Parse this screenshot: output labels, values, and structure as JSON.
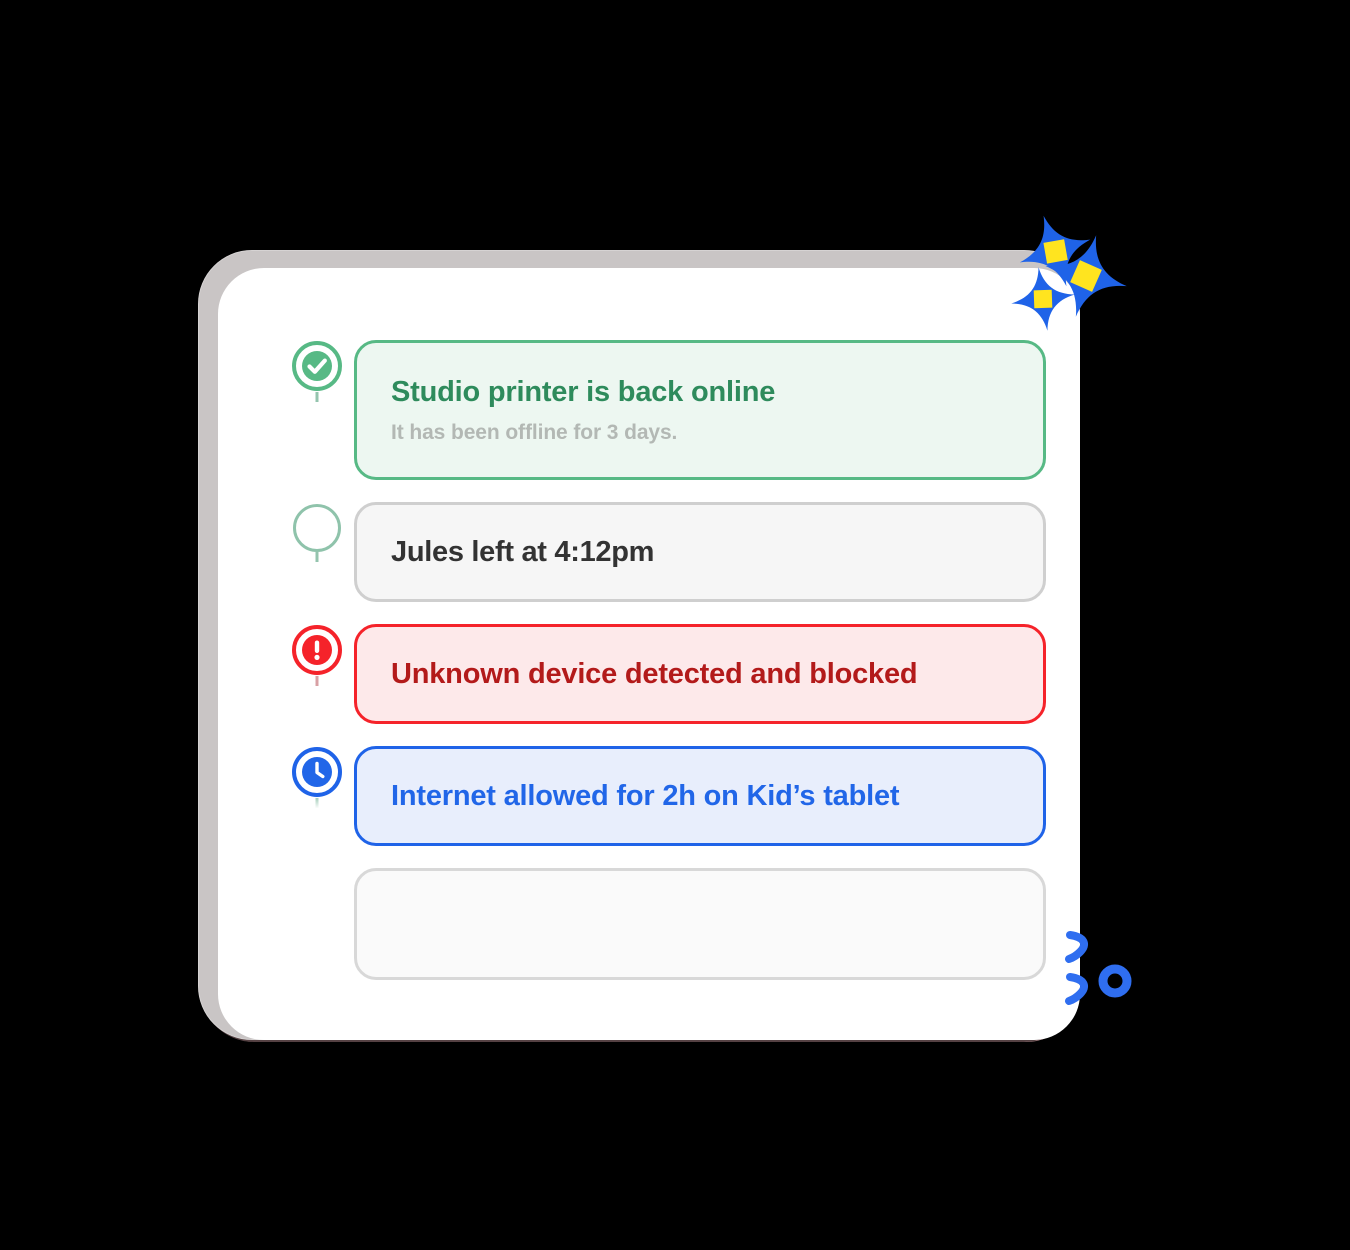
{
  "app": {
    "surface": "activity-timeline-card",
    "background_color": "#000000",
    "panel_color": "#ffffff",
    "panel_shadow_color": "#c9c5c5"
  },
  "timeline": {
    "items": [
      {
        "icon": "check-circle-icon",
        "status": "success",
        "title": "Studio printer is back online",
        "subtitle": "It has been offline for 3 days.",
        "accent_color": "#57b985",
        "background_color": "#edf7f1",
        "text_color": "#2e8b5c",
        "subtitle_color": "#b3b8b4"
      },
      {
        "icon": "empty-circle-icon",
        "status": "neutral",
        "title": "Jules left at 4:12pm",
        "subtitle": "",
        "accent_color": "#cfcfcf",
        "background_color": "#f6f6f6",
        "text_color": "#333333"
      },
      {
        "icon": "alert-circle-icon",
        "status": "alert",
        "title": "Unknown device detected and blocked",
        "subtitle": "",
        "accent_color": "#f5232a",
        "background_color": "#fde9ea",
        "text_color": "#b31a1a"
      },
      {
        "icon": "clock-circle-icon",
        "status": "scheduled",
        "title": "Internet allowed for 2h on Kid’s tablet",
        "subtitle": "",
        "accent_color": "#1f63e8",
        "background_color": "#e8eefc",
        "text_color": "#2166e8"
      },
      {
        "icon": "none",
        "status": "placeholder",
        "title": "",
        "subtitle": "",
        "accent_color": "#d2d2d2",
        "background_color": "#fafafa",
        "text_color": "#fafafa"
      }
    ],
    "connector_colors": {
      "green": "#94c4ae",
      "red": "#d8a0a4"
    }
  },
  "decorations": {
    "sparkles": [
      {
        "name": "sparkle-top-left",
        "blue": "#1f63e8",
        "yellow": "#ffe41f"
      },
      {
        "name": "sparkle-top-right",
        "blue": "#1f63e8",
        "yellow": "#ffe41f"
      },
      {
        "name": "sparkle-bottom",
        "blue": "#1f63e8",
        "yellow": "#ffe41f"
      }
    ],
    "doodles": [
      {
        "name": "arc-doodle-upper",
        "color": "#2f6ef0"
      },
      {
        "name": "arc-doodle-lower",
        "color": "#2f6ef0"
      },
      {
        "name": "ring-doodle",
        "color": "#2f6ef0"
      }
    ]
  }
}
